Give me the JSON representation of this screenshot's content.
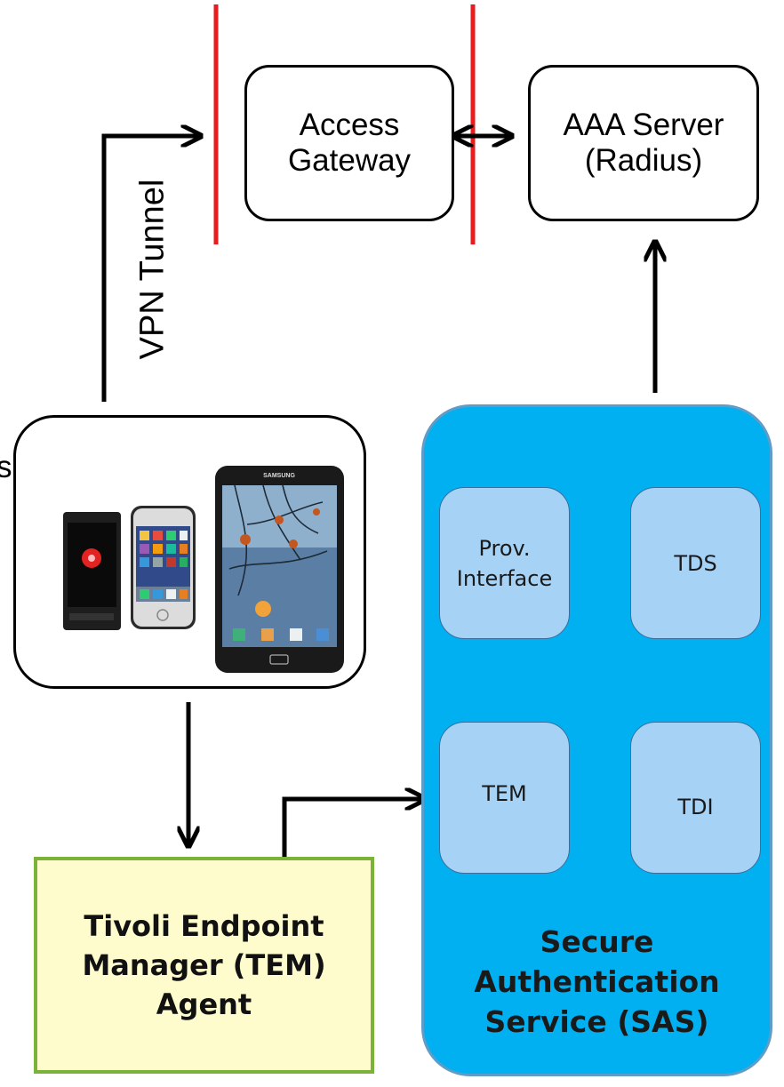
{
  "nodes": {
    "access_gateway": "Access\nGateway",
    "aaa_server": "AAA Server\n(Radius)",
    "prov_interface": "Prov.\nInterface",
    "tds": "TDS",
    "tem": "TEM",
    "tdi": "TDI",
    "tem_agent": "Tivoli Endpoint\nManager (TEM)\nAgent",
    "sas": "Secure\nAuthentication\nService (SAS)"
  },
  "edges": {
    "vpn_tunnel": "VPN Tunnel"
  },
  "clipped_left_text": "s",
  "devices": {
    "tablet_brand": "SAMSUNG"
  },
  "colors": {
    "sas_fill": "#01b0f0",
    "inner_fill": "#a6d2f6",
    "tem_agent_fill": "#fefbcd",
    "tem_agent_border": "#7ab23a",
    "firewall": "#e81c1c"
  }
}
